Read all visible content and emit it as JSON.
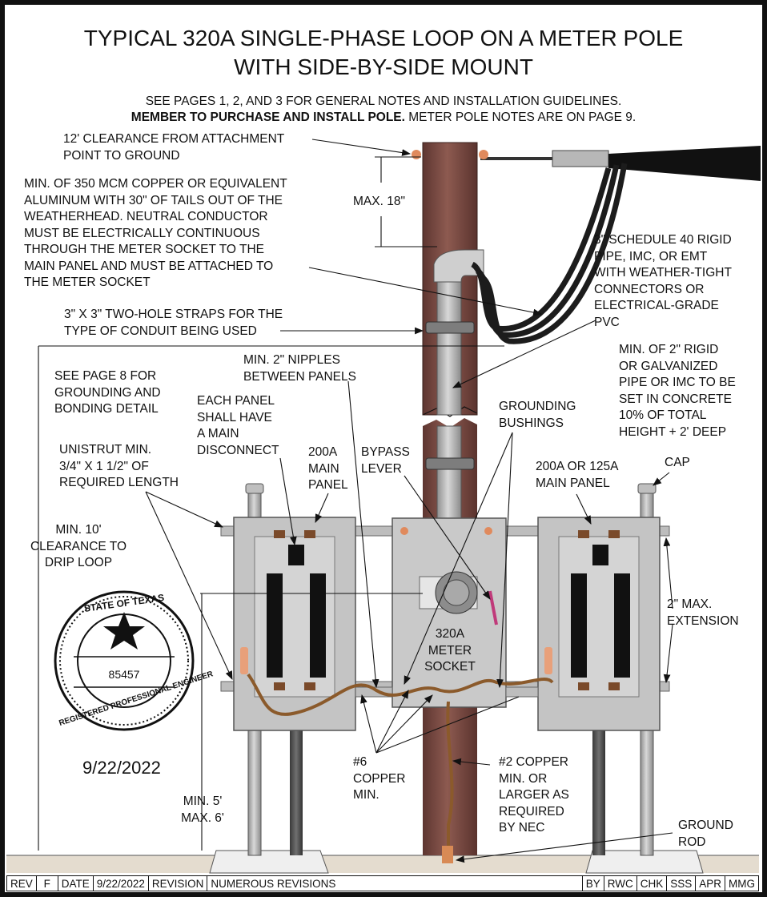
{
  "title": {
    "line1": "TYPICAL 320A SINGLE-PHASE LOOP ON A METER POLE",
    "line2": "WITH SIDE-BY-SIDE MOUNT"
  },
  "notes": {
    "line1": "SEE PAGES 1, 2, AND 3 FOR GENERAL NOTES AND INSTALLATION GUIDELINES.",
    "line2_bold": "MEMBER TO PURCHASE AND INSTALL POLE.",
    "line2_rest": " METER POLE NOTES ARE ON PAGE 9."
  },
  "labels": {
    "clearance_attach": [
      "12' CLEARANCE FROM ATTACHMENT",
      "POINT TO GROUND"
    ],
    "max18": [
      "MAX. 18\""
    ],
    "conductor": [
      "MIN. OF 350 MCM COPPER OR EQUIVALENT",
      "ALUMINUM WITH 30\" OF TAILS OUT OF THE",
      "WEATHERHEAD. NEUTRAL CONDUCTOR",
      "MUST BE ELECTRICALLY CONTINUOUS",
      "THROUGH THE METER SOCKET TO THE",
      "MAIN PANEL AND MUST BE ATTACHED TO",
      "THE METER SOCKET"
    ],
    "schedule40": [
      "3\" SCHEDULE 40 RIGID",
      "PIPE, IMC, OR EMT",
      "WITH WEATHER-TIGHT",
      "CONNECTORS OR",
      "ELECTRICAL-GRADE",
      "PVC"
    ],
    "straps": [
      "3\" X 3\" TWO-HOLE STRAPS FOR THE",
      "TYPE OF CONDUIT BEING USED"
    ],
    "nipples": [
      "MIN. 2\" NIPPLES",
      "BETWEEN PANELS"
    ],
    "rigid": [
      "MIN. OF 2\" RIGID",
      "OR GALVANIZED",
      "PIPE OR IMC TO BE",
      "SET IN CONCRETE",
      "10% OF TOTAL",
      "HEIGHT + 2' DEEP"
    ],
    "grounding_detail": [
      "SEE PAGE 8 FOR",
      "GROUNDING AND",
      "BONDING DETAIL"
    ],
    "each_panel": [
      "EACH PANEL",
      "SHALL HAVE",
      "A MAIN",
      "DISCONNECT"
    ],
    "grounding_bushings": [
      "GROUNDING",
      "BUSHINGS"
    ],
    "unistrut": [
      "UNISTRUT MIN.",
      "3/4\" X 1 1/2\" OF",
      "REQUIRED LENGTH"
    ],
    "panel_200a": [
      "200A",
      "MAIN",
      "PANEL"
    ],
    "bypass": [
      "BYPASS",
      "LEVER"
    ],
    "panel_200_125": [
      "200A OR 125A",
      "MAIN PANEL"
    ],
    "cap": [
      "CAP"
    ],
    "min10": [
      "MIN. 10'",
      "CLEARANCE TO",
      "DRIP LOOP"
    ],
    "max_ext": [
      "2\" MAX.",
      "EXTENSION"
    ],
    "meter_socket": [
      "320A",
      "METER",
      "SOCKET"
    ],
    "copper6": [
      "#6",
      "COPPER",
      "MIN."
    ],
    "copper2": [
      "#2 COPPER",
      "MIN. OR",
      "LARGER AS",
      "REQUIRED",
      "BY NEC"
    ],
    "min5": [
      "MIN. 5'",
      "MAX. 6'"
    ],
    "ground_rod": [
      "GROUND",
      "ROD"
    ]
  },
  "seal": {
    "top_text": "STATE OF TEXAS",
    "number": "85457",
    "bottom_text": "REGISTERED PROFESSIONAL ENGINEER"
  },
  "seal_date": "9/22/2022",
  "title_block": {
    "rev_label": "REV",
    "rev": "F",
    "date_label": "DATE",
    "date": "9/22/2022",
    "revision_label": "REVISION",
    "revision": "NUMEROUS REVISIONS",
    "by_label": "BY",
    "by": "RWC",
    "chk_label": "CHK",
    "chk": "SSS",
    "apr_label": "APR",
    "apr": "MMG"
  },
  "colors": {
    "pole": "#7a4a42",
    "panel": "#c2c2c2",
    "copper": "#8b5a2b",
    "cable": "#1c1c1c"
  }
}
